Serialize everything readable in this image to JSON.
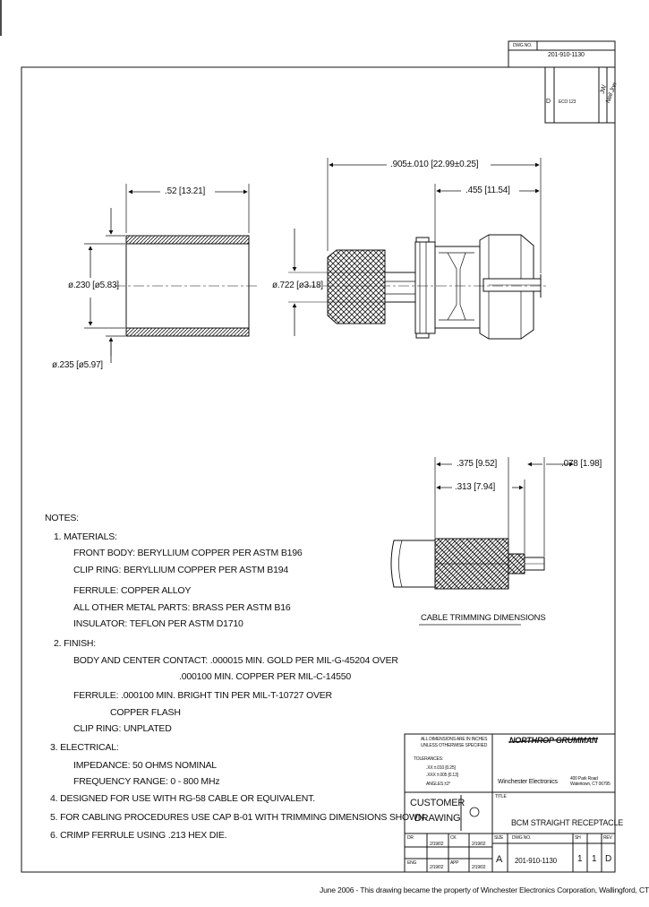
{
  "revblock": {
    "header_label": "DWG NO.",
    "dwg_no": "201-910-1130",
    "rev_letter": "D",
    "rev_text": "ECO 123",
    "rev_initials": "JW",
    "sign": "Neil Jon"
  },
  "dims": {
    "overall_len": ".905±.010 [22.99±0.25]",
    "len_455": ".455 [11.54]",
    "ferrule_len": ".52 [13.21]",
    "ferrule_id": "ø.230 [ø5.83]",
    "ferrule_od": "ø.235 [ø5.97]",
    "body_dia": "ø.722 [ø3.18]",
    "trim_375": ".375 [9.52]",
    "trim_313": ".313 [7.94]",
    "trim_078": ".078 [1.98]"
  },
  "cable_caption": "CABLE TRIMMING DIMENSIONS",
  "notes": {
    "heading": "NOTES:",
    "lines": [
      "1. MATERIALS:",
      "FRONT BODY: BERYLLIUM COPPER PER ASTM B196",
      "CLIP RING: BERYLLIUM COPPER PER ASTM B194",
      "FERRULE: COPPER ALLOY",
      "ALL OTHER METAL PARTS: BRASS PER ASTM B16",
      "INSULATOR: TEFLON PER ASTM D1710",
      "2. FINISH:",
      "BODY AND CENTER CONTACT: .000015 MIN. GOLD PER MIL-G-45204 OVER",
      ".000100 MIN. COPPER PER MIL-C-14550",
      "FERRULE: .000100 MIN. BRIGHT TIN PER MIL-T-10727 OVER",
      "COPPER FLASH",
      "CLIP RING: UNPLATED",
      "3. ELECTRICAL:",
      "IMPEDANCE: 50 OHMS NOMINAL",
      "FREQUENCY RANGE: 0 - 800 MHz",
      "4. DESIGNED FOR USE WITH RG-58 CABLE OR EQUIVALENT.",
      "5. FOR CABLING PROCEDURES USE CAP B-01 WITH TRIMMING DIMENSIONS SHOWN.",
      "6. CRIMP FERRULE USING .213 HEX DIE."
    ]
  },
  "titleblock": {
    "tol_lines": [
      "ALL DIMENSIONS ARE IN INCHES",
      "UNLESS OTHERWISE SPECIFIED",
      "TOLERANCES:",
      ".XX ±.010  [0.25]",
      ".XXX ±.005  [0.13]",
      "ANGLES ±2°"
    ],
    "company": "NORTHROP GRUMMAN",
    "division": "Winchester Electronics",
    "address": "400 Park Road\nWatertown, CT 06795",
    "customer": "CUSTOMER",
    "drawing": "DRAWING",
    "title_label": "TITLE",
    "title": "BCM STRAIGHT RECEPTACLE",
    "size": "A",
    "number": "201-910-1130",
    "sheet": "1",
    "of": "1",
    "rev": "D",
    "dr_label": "DR",
    "dr_date": "2/19/02",
    "ck_label": "CK",
    "ck_date": "2/19/02",
    "eng_label": "ENG",
    "eng_date": "2/19/02",
    "app_label": "APP",
    "app_date": "2/19/02",
    "size_label": "SIZE",
    "dwg_label": "DWG NO.",
    "sheet_label": "SH",
    "rev_label": "REV"
  },
  "footer": "June 2006 - This drawing became the property of Winchester Electronics Corporation, Wallingford, CT"
}
